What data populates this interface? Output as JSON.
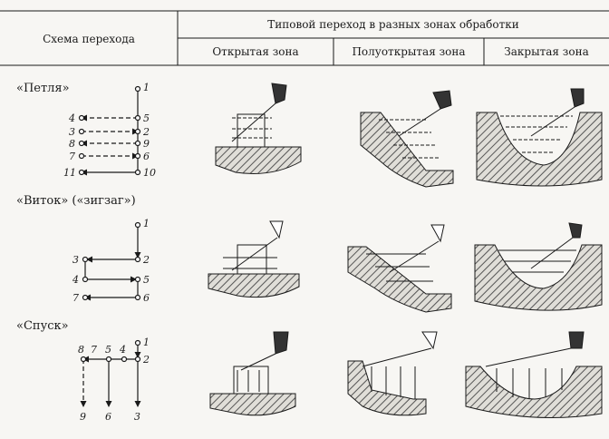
{
  "header": {
    "col_scheme": "Схема перехода",
    "col_group": "Типовой переход в разных зонах обработки",
    "col_open": "Открытая зона",
    "col_semi": "Полуоткрытая зона",
    "col_closed": "Закрытая зона"
  },
  "rows": [
    {
      "label": "«Петля»",
      "numbers": [
        "1",
        "4",
        "5",
        "3",
        "2",
        "8",
        "9",
        "7",
        "6",
        "11",
        "10"
      ]
    },
    {
      "label": "«Виток» («зигзаг»)",
      "numbers": [
        "1",
        "3",
        "2",
        "4",
        "5",
        "7",
        "6"
      ]
    },
    {
      "label": "«Спуск»",
      "numbers": [
        "8",
        "7",
        "5",
        "4",
        "1",
        "2",
        "9",
        "6",
        "3"
      ]
    }
  ],
  "colors": {
    "ink": "#1a1a1a",
    "paper": "#f7f6f3",
    "hatch": "#555555"
  }
}
